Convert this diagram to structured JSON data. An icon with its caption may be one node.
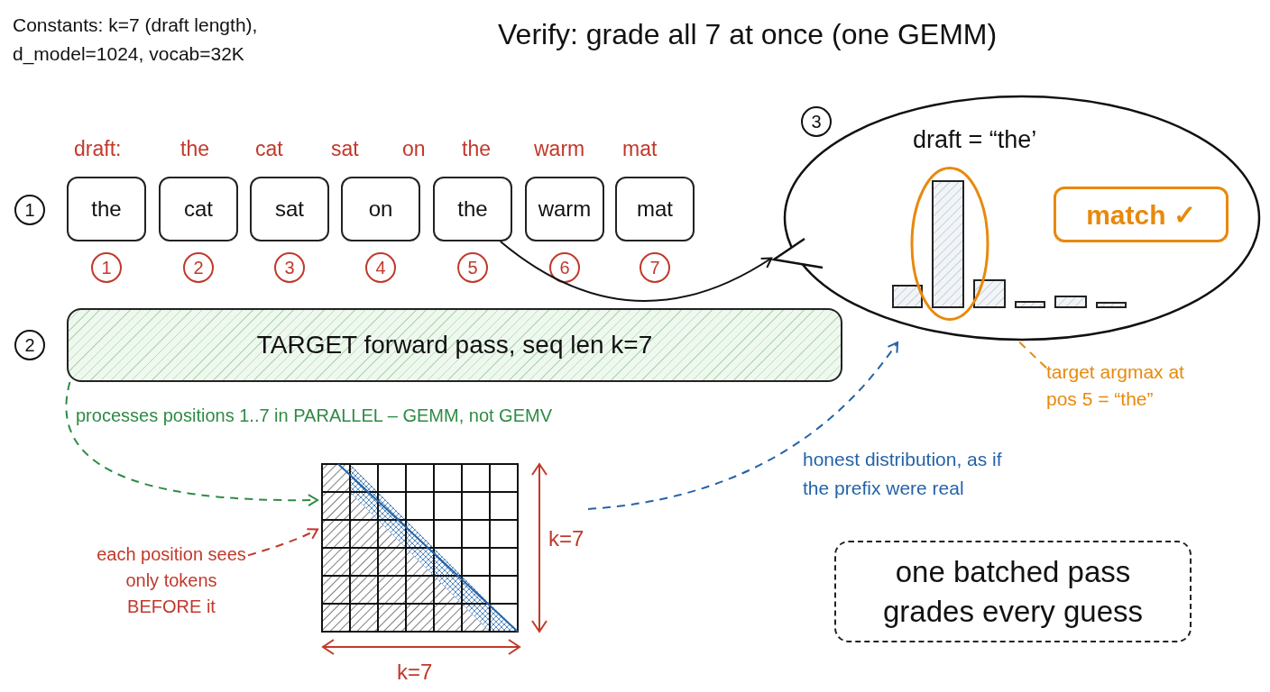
{
  "diagram": {
    "title": "Verify: grade all 7 at once (one GEMM)",
    "nodes": [
      {
        "text": [
          "the"
        ]
      },
      {
        "text": [
          "cat"
        ]
      },
      {
        "text": [
          "sat"
        ]
      },
      {
        "text": [
          "on"
        ]
      },
      {
        "text": [
          "the"
        ]
      },
      {
        "text": [
          "warm"
        ]
      },
      {
        "text": [
          "mat"
        ]
      },
      {
        "text": [
          "TARGET forward pass, seq len k=7"
        ]
      },
      {
        "text": [
          "draft = “the’"
        ]
      },
      {
        "text": [
          "match ✓"
        ],
        "in": 8
      },
      {
        "text": [],
        "shape": "grid"
      },
      {
        "text": [
          "each position sees only tokens BEFORE it"
        ]
      },
      {
        "text": [
          "target argmax at pos 5 = “the”"
        ]
      },
      {
        "text": [],
        "shape": "ellipse",
        "in": 8
      },
      {
        "text": [
          "one batched pass grades every guess"
        ]
      }
    ],
    "edges": [
      {
        "from": 4,
        "to": 8,
        "arrow": "to"
      },
      {
        "from": 7,
        "to": 10,
        "arrow": "to",
        "label": "processes positions 1..7 in PARALLEL – GEMM, not GEMV",
        "style": "dashed",
        "color": "#2e8b45"
      },
      {
        "from": 11,
        "to": 10,
        "arrow": "to",
        "style": "dashed",
        "color": "#c0392b"
      },
      {
        "from": 10,
        "to": 8,
        "arrow": "to",
        "label": "honest distribution, as if the prefix were real",
        "style": "dashed",
        "color": "#2563a8"
      },
      {
        "from": 12,
        "to": 13,
        "arrow": "to",
        "style": "dashed",
        "color": "#e8890c"
      }
    ],
    "labels": [
      "Constants: k=7 (draft length), d_model=1024, vocab=32K",
      "3",
      "draft:",
      "the",
      "cat",
      "sat",
      "on",
      "the",
      "warm",
      "mat",
      "1",
      "1",
      "2",
      "3",
      "4",
      "5",
      "6",
      "7",
      "2",
      "k=7",
      "k=7"
    ]
  }
}
